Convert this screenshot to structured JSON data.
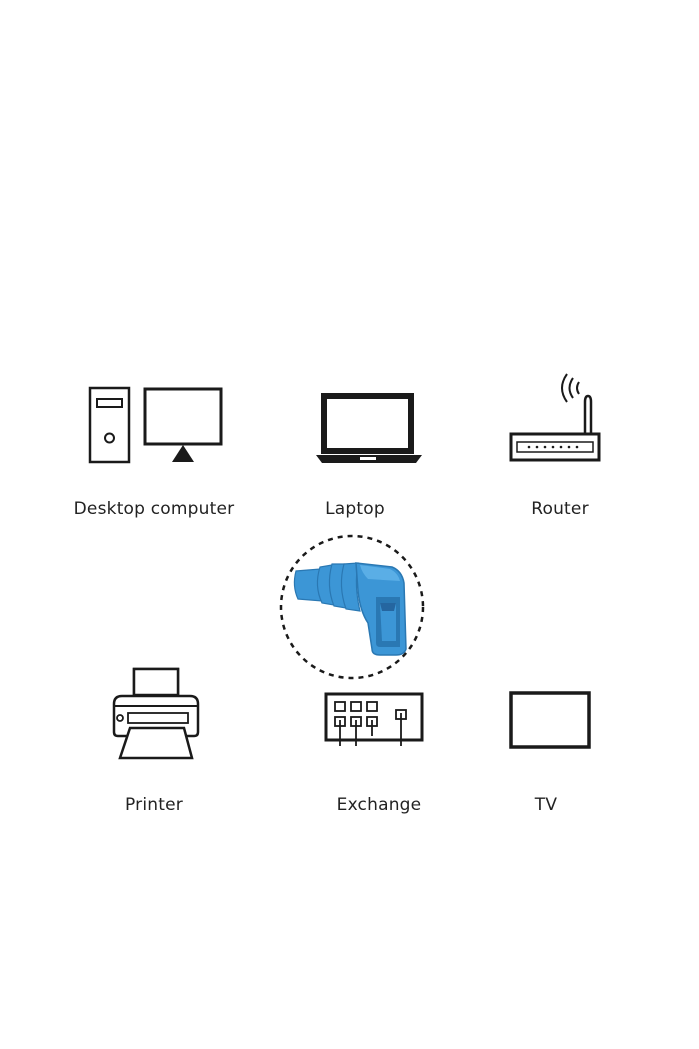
{
  "devices": [
    {
      "id": "desktop",
      "label": "Desktop computer",
      "icon": "desktop-computer-icon"
    },
    {
      "id": "laptop",
      "label": "Laptop",
      "icon": "laptop-icon"
    },
    {
      "id": "router",
      "label": "Router",
      "icon": "router-icon"
    },
    {
      "id": "printer",
      "label": "Printer",
      "icon": "printer-icon"
    },
    {
      "id": "exchange",
      "label": "Exchange",
      "icon": "exchange-icon"
    },
    {
      "id": "tv",
      "label": "TV",
      "icon": "tv-icon"
    }
  ],
  "center": {
    "icon": "rj45-boot-icon",
    "color": "#3c96d6"
  },
  "colors": {
    "line": "#1a1a1a",
    "background": "#ffffff"
  }
}
